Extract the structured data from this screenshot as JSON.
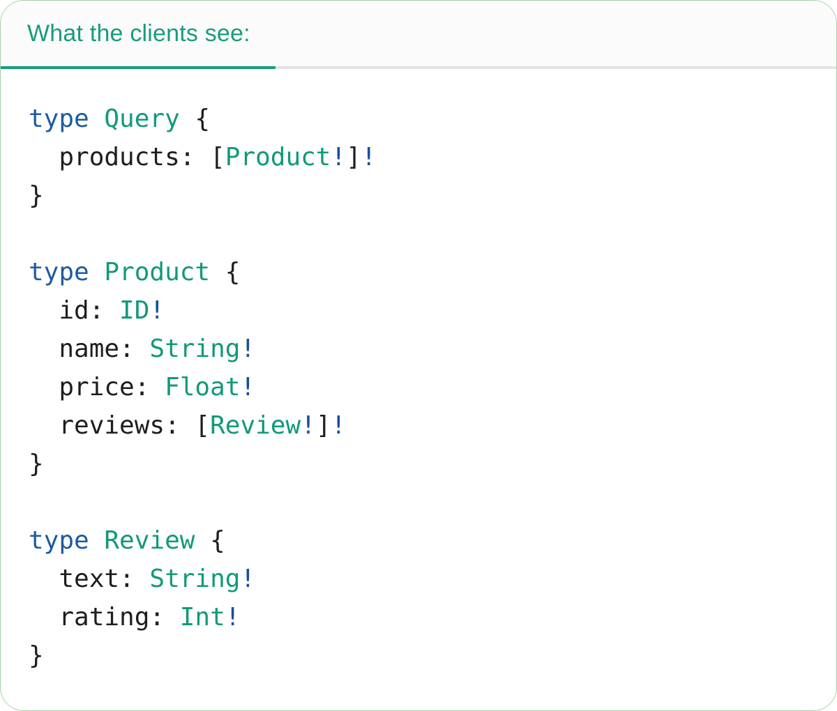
{
  "panel": {
    "tab_label": "What the clients see:"
  },
  "colors": {
    "accent_teal": "#189c7d",
    "type_teal": "#12997a",
    "keyword_blue": "#1e5b9e",
    "bang_blue": "#174f9b",
    "code_text": "#1d1e20",
    "panel_border": "#a5d2a8",
    "panel_bg": "#ffffff",
    "tabbar_bg": "#fbfbfb",
    "tab_divider": "#e3e3e3"
  },
  "code": {
    "lines": [
      [
        {
          "t": "type ",
          "s": "kw"
        },
        {
          "t": "Query ",
          "s": "type"
        },
        {
          "t": "{",
          "s": "p"
        }
      ],
      [
        {
          "t": "  products: [",
          "s": "p"
        },
        {
          "t": "Product",
          "s": "type"
        },
        {
          "t": "!",
          "s": "bang"
        },
        {
          "t": "]",
          "s": "p"
        },
        {
          "t": "!",
          "s": "bang"
        }
      ],
      [
        {
          "t": "}",
          "s": "p"
        }
      ],
      [],
      [
        {
          "t": "type ",
          "s": "kw"
        },
        {
          "t": "Product ",
          "s": "type"
        },
        {
          "t": "{",
          "s": "p"
        }
      ],
      [
        {
          "t": "  id: ",
          "s": "p"
        },
        {
          "t": "ID",
          "s": "type"
        },
        {
          "t": "!",
          "s": "bang"
        }
      ],
      [
        {
          "t": "  name: ",
          "s": "p"
        },
        {
          "t": "String",
          "s": "type"
        },
        {
          "t": "!",
          "s": "bang"
        }
      ],
      [
        {
          "t": "  price: ",
          "s": "p"
        },
        {
          "t": "Float",
          "s": "type"
        },
        {
          "t": "!",
          "s": "bang"
        }
      ],
      [
        {
          "t": "  reviews: [",
          "s": "p"
        },
        {
          "t": "Review",
          "s": "type"
        },
        {
          "t": "!",
          "s": "bang"
        },
        {
          "t": "]",
          "s": "p"
        },
        {
          "t": "!",
          "s": "bang"
        }
      ],
      [
        {
          "t": "}",
          "s": "p"
        }
      ],
      [],
      [
        {
          "t": "type ",
          "s": "kw"
        },
        {
          "t": "Review ",
          "s": "type"
        },
        {
          "t": "{",
          "s": "p"
        }
      ],
      [
        {
          "t": "  text: ",
          "s": "p"
        },
        {
          "t": "String",
          "s": "type"
        },
        {
          "t": "!",
          "s": "bang"
        }
      ],
      [
        {
          "t": "  rating: ",
          "s": "p"
        },
        {
          "t": "Int",
          "s": "type"
        },
        {
          "t": "!",
          "s": "bang"
        }
      ],
      [
        {
          "t": "}",
          "s": "p"
        }
      ]
    ]
  }
}
